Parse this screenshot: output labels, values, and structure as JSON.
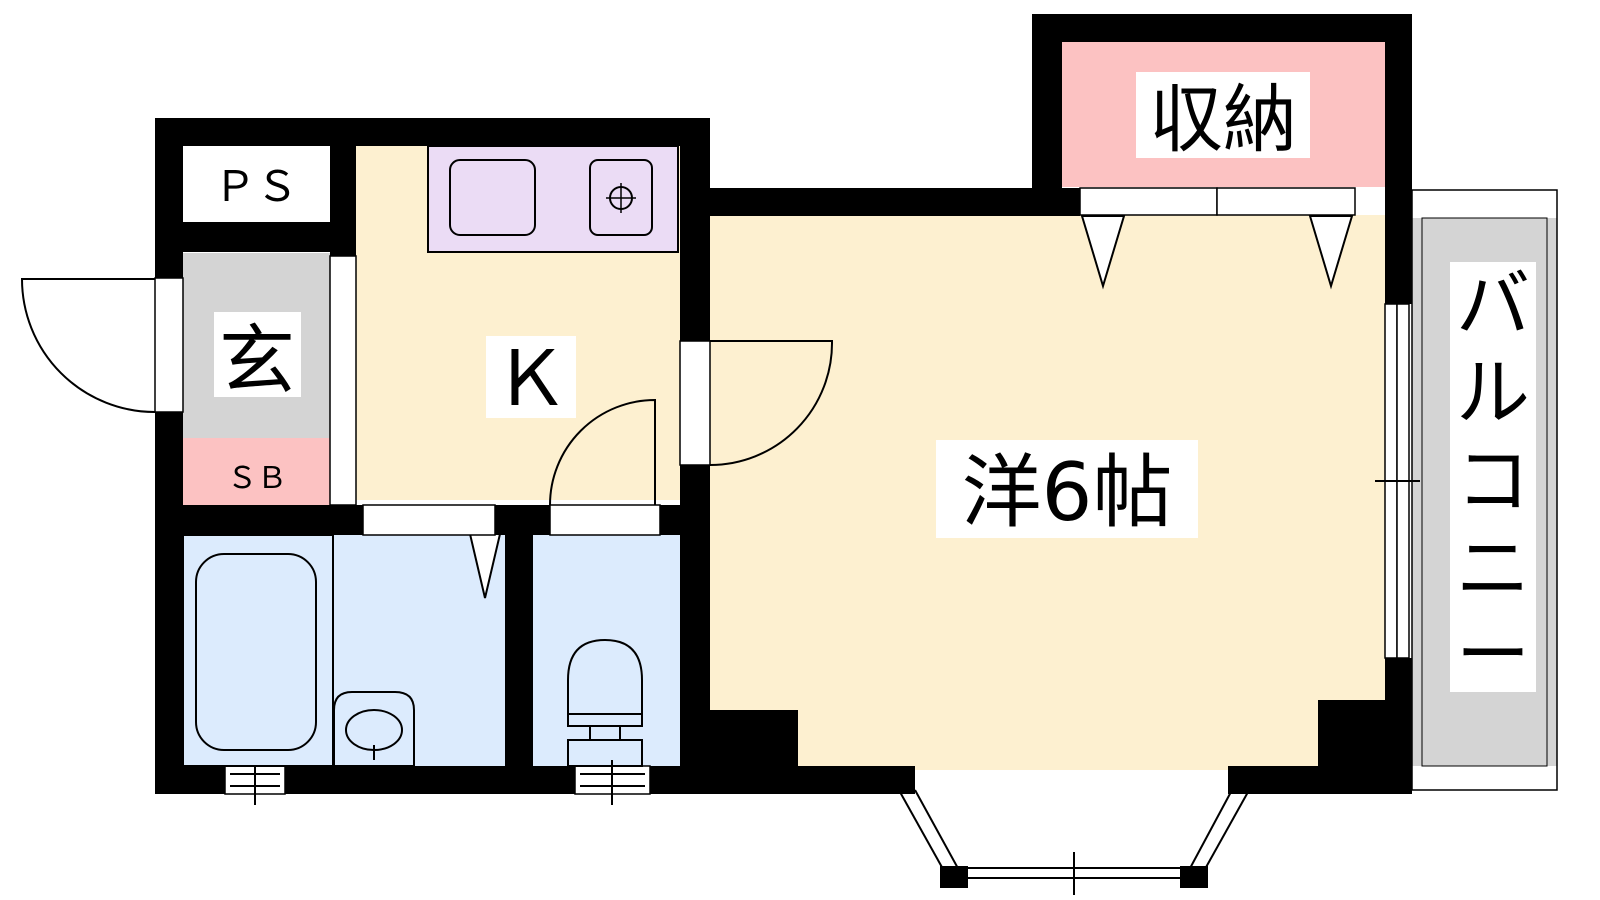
{
  "floor_plan": {
    "rooms": {
      "ps": "ＰＳ",
      "genkan": "玄",
      "shoe_box": "ＳＢ",
      "kitchen": "Ｋ",
      "western_room": "洋6帖",
      "storage": "収納",
      "balcony_chars": [
        "バ",
        "ル",
        "コ",
        "ニ",
        "ー"
      ]
    },
    "colors": {
      "wall": "#000000",
      "kitchen_floor": "#fdf0d0",
      "western_floor": "#fdf0d0",
      "storage_fill": "#fcc2c2",
      "shoe_box_fill": "#fcc2c2",
      "genkan_fill": "#d4d4d4",
      "balcony_fill": "#d4d4d4",
      "wet_area_fill": "#dcebfd",
      "counter_fill": "#ebdcf5",
      "ps_fill": "#ffffff"
    }
  }
}
